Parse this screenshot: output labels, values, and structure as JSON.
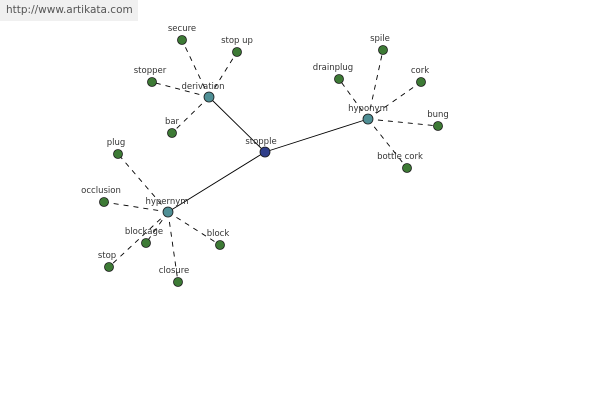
{
  "header": {
    "url": "http://www.artikata.com"
  },
  "colors": {
    "center_node": "#2f3e8a",
    "category_node": "#4f8f95",
    "leaf_node": "#3d7a35",
    "node_outline": "#1a1a1a",
    "edge": "#000000"
  },
  "graph": {
    "center": {
      "id": "stopple",
      "label": "stopple"
    },
    "categories": [
      {
        "id": "derivation",
        "label": "derivation",
        "words": [
          "secure",
          "stop up",
          "stopper",
          "bar"
        ]
      },
      {
        "id": "hyponym",
        "label": "hyponym",
        "words": [
          "spile",
          "drainplug",
          "cork",
          "bung",
          "bottle cork"
        ]
      },
      {
        "id": "hypernym",
        "label": "hypernym",
        "words": [
          "plug",
          "occlusion",
          "blockage",
          "block",
          "stop",
          "closure"
        ]
      }
    ]
  }
}
